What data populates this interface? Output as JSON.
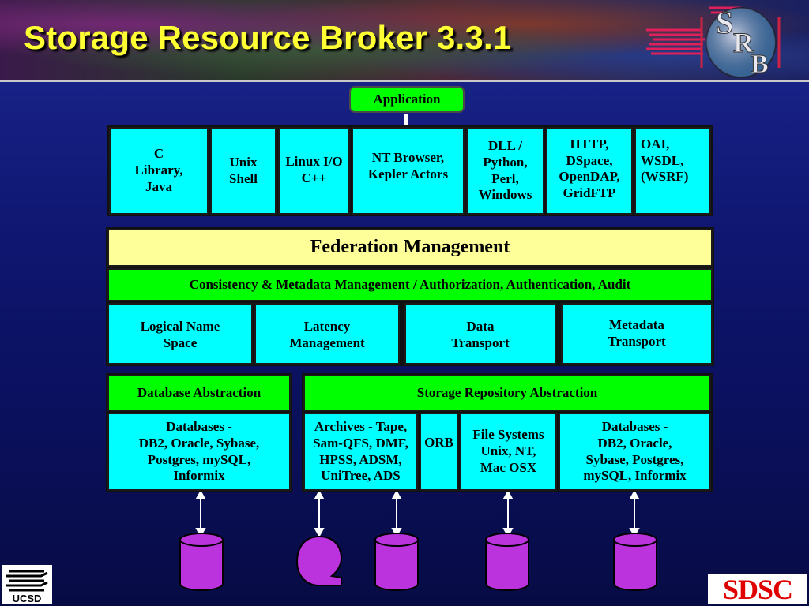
{
  "slide": {
    "title": "Storage Resource Broker 3.3.1",
    "logo_text": "SRB"
  },
  "application": "Application",
  "clients": [
    "C\nLibrary,\nJava",
    "Unix\nShell",
    "Linux  I/O\nC++",
    "NT Browser,\nKepler Actors",
    "DLL /\nPython,\nPerl,\nWindows",
    "HTTP,\nDSpace,\nOpenDAP,\nGridFTP",
    "OAI,\nWSDL,\n(WSRF)"
  ],
  "federation": "Federation Management",
  "consistency": "Consistency  & Metadata Management / Authorization, Authentication, Audit",
  "services": [
    "Logical Name\nSpace",
    "Latency\nManagement",
    "Data\nTransport",
    "Metadata\nTransport"
  ],
  "database_abstraction": {
    "title": "Database Abstraction",
    "content": "Databases -\nDB2, Oracle, Sybase,\nPostgres, mySQL,\nInformix"
  },
  "storage_abstraction": {
    "title": "Storage Repository Abstraction",
    "items": [
      "Archives - Tape,\nSam-QFS, DMF,\nHPSS, ADSM,\nUniTree, ADS",
      "ORB",
      "File Systems\nUnix, NT,\nMac OSX",
      "Databases -\nDB2, Oracle,\nSybase, Postgres,\nmySQL,  Informix"
    ]
  },
  "logos": {
    "ucsd": "UCSD",
    "sdsc": "SDSC"
  },
  "colors": {
    "background": "#0e1670",
    "title": "#ffff33",
    "cyan": "#00ffff",
    "green": "#00ff00",
    "yellow": "#ffff99",
    "cylinder": "#bb33dd"
  }
}
